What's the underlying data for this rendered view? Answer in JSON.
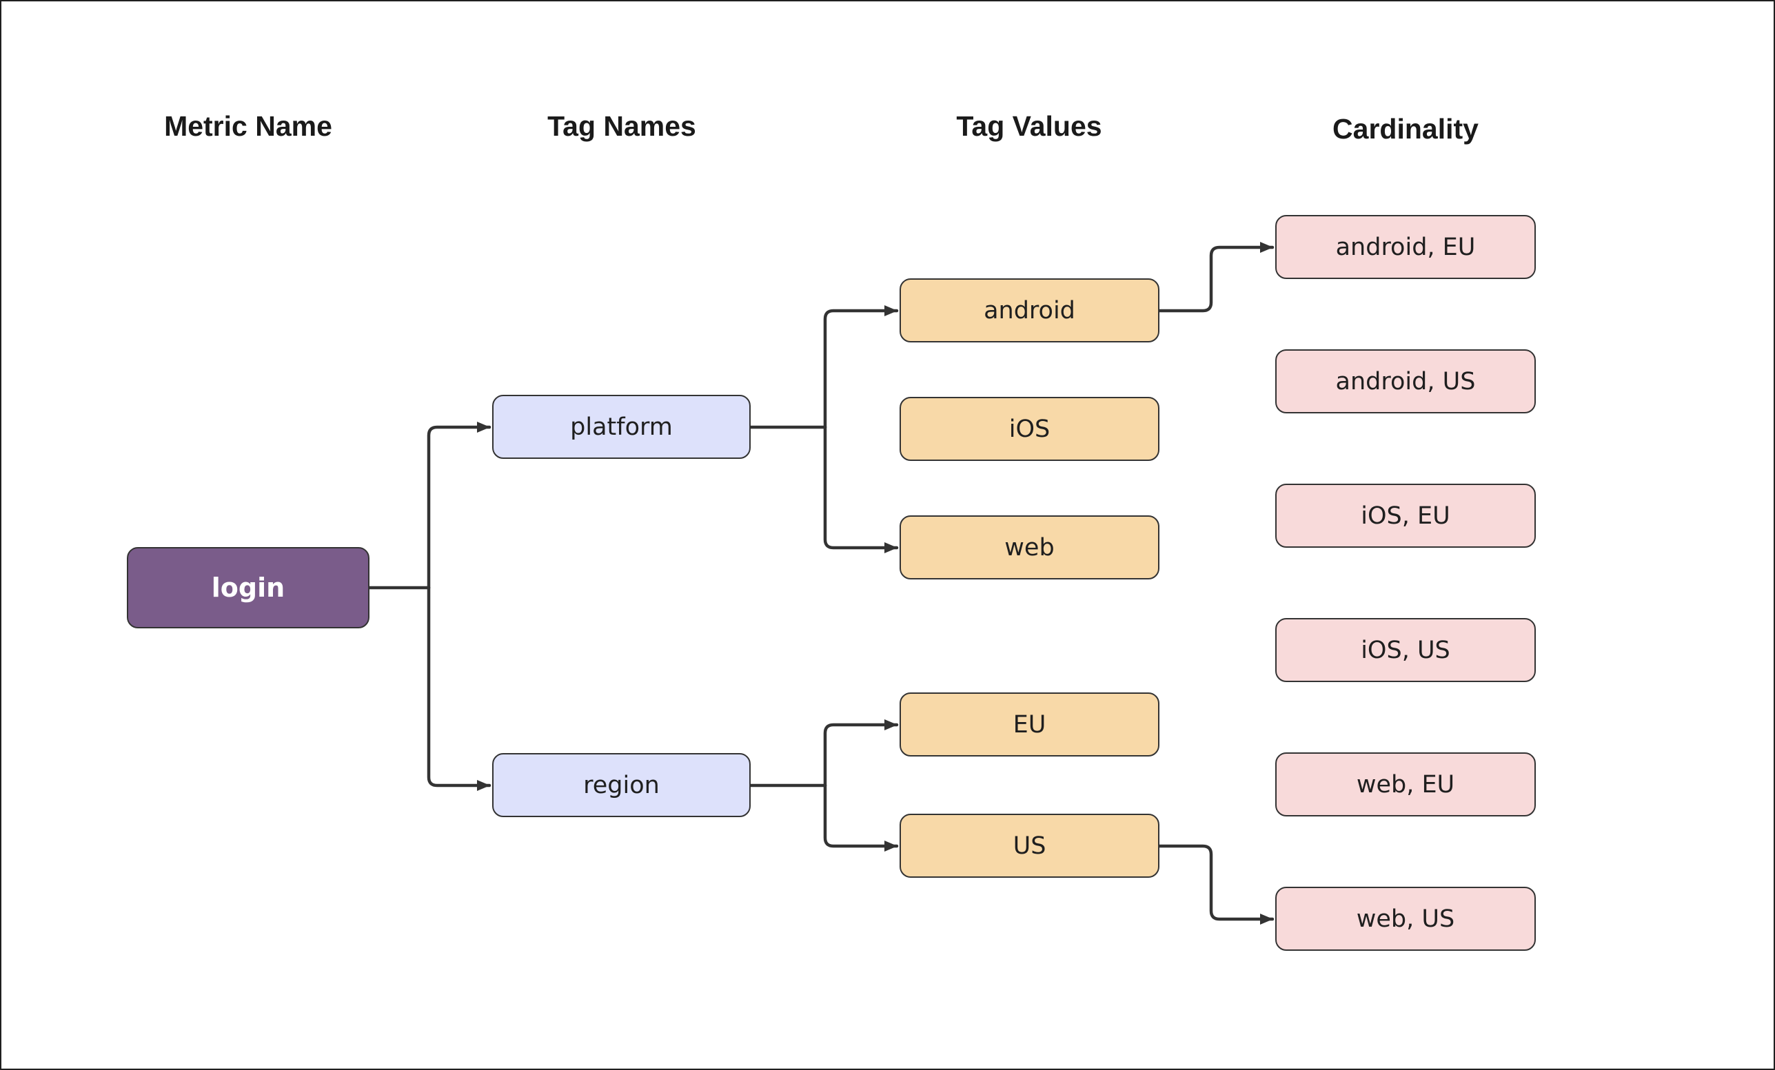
{
  "diagram": {
    "columns": [
      {
        "id": "metric-name",
        "label": "Metric Name"
      },
      {
        "id": "tag-names",
        "label": "Tag Names"
      },
      {
        "id": "tag-values",
        "label": "Tag Values"
      },
      {
        "id": "cardinality",
        "label": "Cardinality"
      }
    ],
    "nodes": [
      {
        "id": "login",
        "label": "login",
        "type": "metric"
      },
      {
        "id": "platform",
        "label": "platform",
        "type": "tag-name"
      },
      {
        "id": "region",
        "label": "region",
        "type": "tag-name"
      },
      {
        "id": "android",
        "label": "android",
        "type": "tag-value"
      },
      {
        "id": "ios",
        "label": "iOS",
        "type": "tag-value"
      },
      {
        "id": "web",
        "label": "web",
        "type": "tag-value"
      },
      {
        "id": "eu",
        "label": "EU",
        "type": "tag-value"
      },
      {
        "id": "us",
        "label": "US",
        "type": "tag-value"
      },
      {
        "id": "android-eu",
        "label": "android, EU",
        "type": "cardinality"
      },
      {
        "id": "android-us",
        "label": "android, US",
        "type": "cardinality"
      },
      {
        "id": "ios-eu",
        "label": "iOS, EU",
        "type": "cardinality"
      },
      {
        "id": "ios-us",
        "label": "iOS, US",
        "type": "cardinality"
      },
      {
        "id": "web-eu",
        "label": "web, EU",
        "type": "cardinality"
      },
      {
        "id": "web-us",
        "label": "web, US",
        "type": "cardinality"
      }
    ],
    "edges": [
      {
        "from": "login",
        "to": "platform",
        "arrow": true
      },
      {
        "from": "login",
        "to": "region",
        "arrow": true
      },
      {
        "from": "platform",
        "to": "android",
        "arrow": true
      },
      {
        "from": "platform",
        "to": "web",
        "arrow": true
      },
      {
        "from": "region",
        "to": "eu",
        "arrow": true
      },
      {
        "from": "region",
        "to": "us",
        "arrow": true
      },
      {
        "from": "android",
        "to": "android-eu",
        "arrow": true
      },
      {
        "from": "us",
        "to": "web-us",
        "arrow": true
      }
    ],
    "colors": {
      "metric_fill": "#7a5c8a",
      "metric_text": "#ffffff",
      "tag_name_fill": "#dde1fb",
      "tag_value_fill": "#f8d9a8",
      "cardinality_fill": "#f8dada",
      "node_border": "#333333",
      "edge": "#333333",
      "text": "#1f1f1f",
      "background": "#ffffff",
      "canvas_border": "#1f1f1f"
    }
  }
}
